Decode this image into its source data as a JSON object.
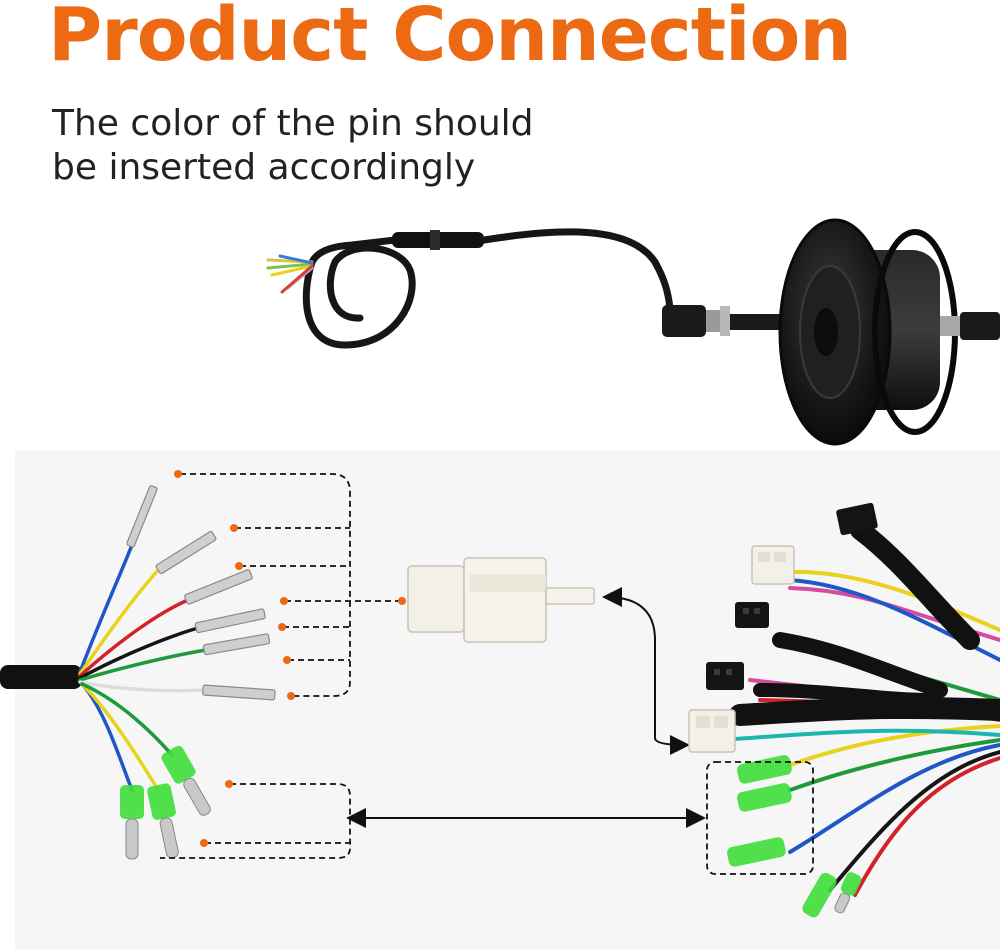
{
  "header": {
    "title": "Product Connection",
    "subtitle_line1": "The color of the pin should",
    "subtitle_line2": "be inserted accordingly"
  },
  "colors": {
    "accent": "#ec6a14",
    "motor": "#1c1c1c",
    "cable": "#151515",
    "wire_blue": "#1f57c7",
    "wire_yellow": "#e8d21a",
    "wire_red": "#d2222a",
    "wire_green": "#1e9a3a",
    "wire_white": "#e8e8e8",
    "sleeve_green": "#3dde3a",
    "connector_white": "#f3f0e8"
  }
}
